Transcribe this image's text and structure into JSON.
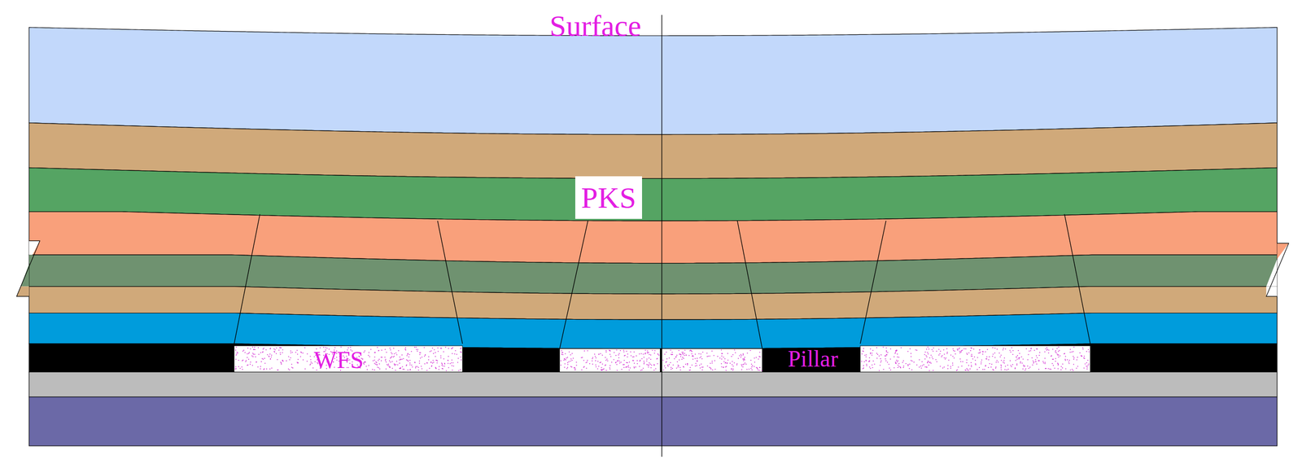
{
  "diagram": {
    "nodes": [
      {
        "text": [
          "PKS"
        ]
      }
    ],
    "labels": [
      "Surface",
      "WFS",
      "Pillar"
    ]
  }
}
